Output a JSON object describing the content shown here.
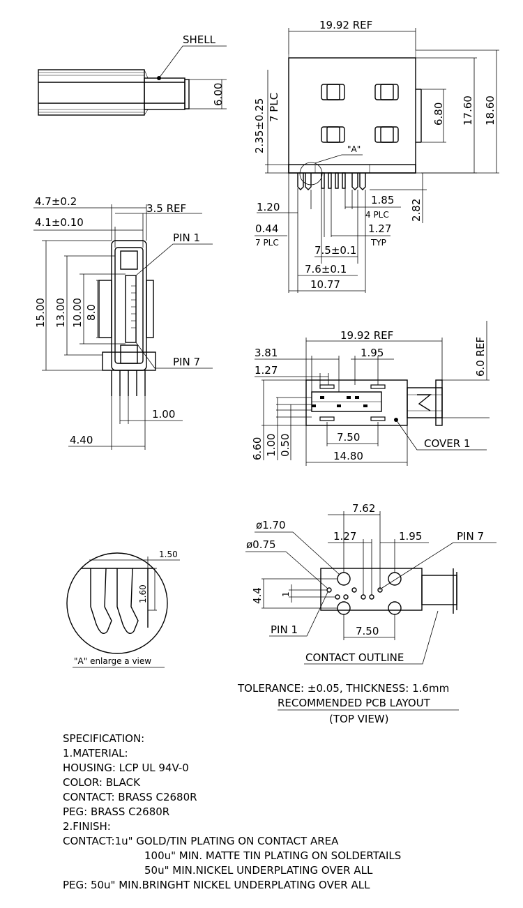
{
  "side_view": {
    "shell_label": "SHELL",
    "dim_6_00": "6.00"
  },
  "front_view": {
    "dim_19_92_ref": "19.92 REF",
    "dim_2_35": "2.35±0.25",
    "dim_7_plc_a": "7 PLC",
    "dim_6_80": "6.80",
    "dim_17_60": "17.60",
    "dim_18_60": "18.60",
    "detail_a_label": "\"A\"",
    "dim_1_20": "1.20",
    "dim_1_85": "1.85",
    "dim_4_plc": "4 PLC",
    "dim_2_82": "2.82",
    "dim_0_44": "0.44",
    "dim_7_plc_b": "7 PLC",
    "dim_1_27": "1.27",
    "dim_typ": "TYP",
    "dim_7_5": "7.5±0.1",
    "dim_7_6": "7.6±0.1",
    "dim_10_77": "10.77"
  },
  "end_view": {
    "dim_4_7": "4.7±0.2",
    "dim_3_5_ref": "3.5 REF",
    "dim_4_1": "4.1±0.10",
    "pin1_label": "PIN 1",
    "dim_15_00": "15.00",
    "dim_13_00": "13.00",
    "dim_10_00": "10.00",
    "dim_8_0": "8.0",
    "pin7_label": "PIN 7",
    "dim_1_00": "1.00",
    "dim_4_40": "4.40"
  },
  "top_view": {
    "dim_19_92_ref": "19.92 REF",
    "dim_6_0_ref": "6.0 REF",
    "dim_3_81": "3.81",
    "dim_1_95": "1.95",
    "dim_1_27": "1.27",
    "dim_7_50": "7.50",
    "cover_label": "COVER 1",
    "dim_6_60": "6.60",
    "dim_1_00": "1.00",
    "dim_0_50": "0.50",
    "dim_14_80": "14.80"
  },
  "detail_a": {
    "dim_1_50": "1.50",
    "dim_1_60": "1.60",
    "caption": "\"A\" enlarge a view"
  },
  "pcb_layout": {
    "dim_7_62": "7.62",
    "dim_d1_70": "ø1.70",
    "dim_1_27": "1.27",
    "dim_1_95": "1.95",
    "pin7_label": "PIN 7",
    "dim_d0_75": "ø0.75",
    "dim_4_4": "4.4",
    "dim_1": "1",
    "pin1_label": "PIN 1",
    "dim_7_50": "7.50",
    "contact_outline_label": "CONTACT OUTLINE",
    "tolerance": "TOLERANCE: ±0.05, THICKNESS: 1.6mm",
    "title": "RECOMMENDED PCB LAYOUT",
    "subtitle": "(TOP VIEW)"
  },
  "specification": [
    "SPECIFICATION:",
    "1.MATERIAL:",
    "HOUSING: LCP UL 94V-0",
    "COLOR: BLACK",
    "CONTACT: BRASS  C2680R",
    "PEG: BRASS  C2680R",
    "2.FINISH:",
    "CONTACT:1u\" GOLD/TIN PLATING ON CONTACT AREA",
    "100u\" MIN.  MATTE TIN PLATING ON SOLDERTAILS",
    "50u\" MIN.NICKEL UNDERPLATING OVER ALL",
    "PEG:    50u\" MIN.BRINGHT NICKEL UNDERPLATING OVER ALL"
  ]
}
